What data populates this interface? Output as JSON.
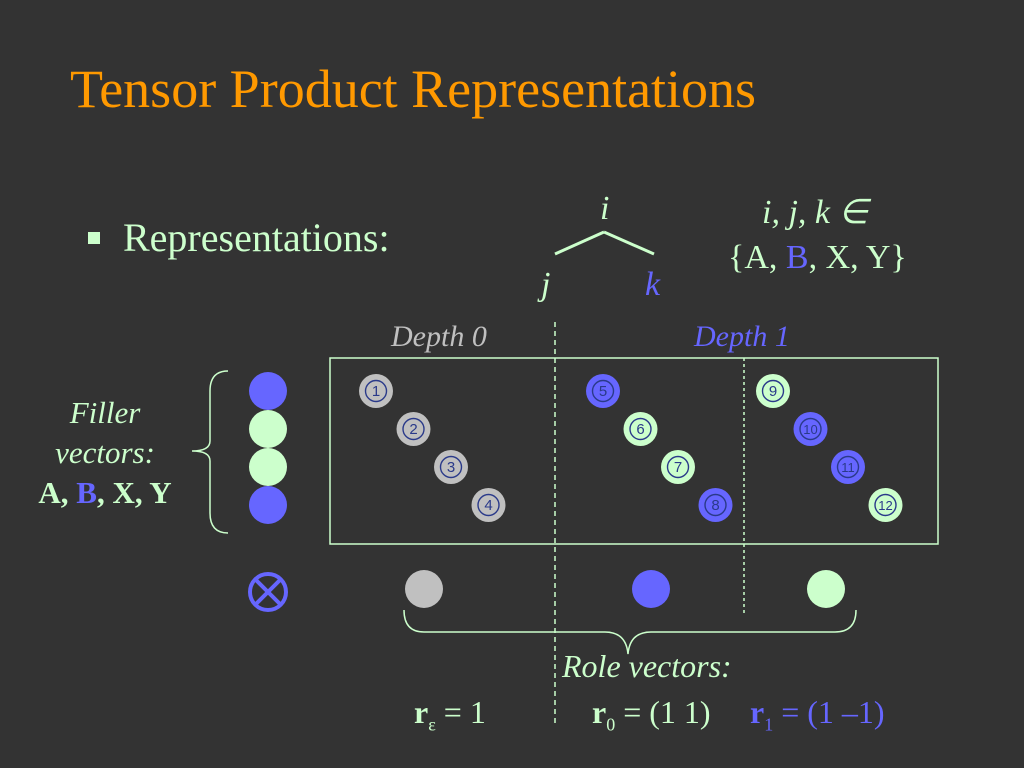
{
  "title": "Tensor Product Representations",
  "bullet": "Representations:",
  "tree": {
    "root": "i",
    "left": "j",
    "right": "k"
  },
  "set": {
    "line1": "i, j, k ∈",
    "open": "{A, ",
    "b": "B",
    "close": ", X, Y}"
  },
  "depth0": "Depth 0",
  "depth1": "Depth 1",
  "filler": {
    "line1": "Filler",
    "line2": "vectors:",
    "a": "A, ",
    "b": "B",
    "xy": ", X, Y",
    "circles": [
      "blue",
      "green",
      "green",
      "blue"
    ]
  },
  "operator": "⊗",
  "role_label": "Role vectors:",
  "eq_eps": {
    "r": "r",
    "sub": "ε",
    "rhs": " = 1"
  },
  "eq_r0": {
    "r": "r",
    "sub": "0",
    "rhs": " = (1 1)"
  },
  "eq_r1": {
    "r": "r",
    "sub": "1",
    "rhs": " = (1 –1)"
  },
  "units": [
    {
      "n": "1",
      "color": "gray"
    },
    {
      "n": "2",
      "color": "gray"
    },
    {
      "n": "3",
      "color": "gray"
    },
    {
      "n": "4",
      "color": "gray"
    },
    {
      "n": "5",
      "color": "blue"
    },
    {
      "n": "6",
      "color": "green"
    },
    {
      "n": "7",
      "color": "green"
    },
    {
      "n": "8",
      "color": "blue"
    },
    {
      "n": "9",
      "color": "green"
    },
    {
      "n": "10",
      "color": "blue"
    },
    {
      "n": "11",
      "color": "blue"
    },
    {
      "n": "12",
      "color": "green"
    }
  ],
  "role_circles": [
    "gray",
    "blue",
    "green"
  ],
  "colors": {
    "background": "#333333",
    "title": "#ff9900",
    "text": "#ccffcc",
    "blue": "#6666ff",
    "green": "#ccffcc",
    "gray": "#c0c0c0",
    "depth0": "#c0c0c0",
    "depth1": "#6666ff"
  }
}
